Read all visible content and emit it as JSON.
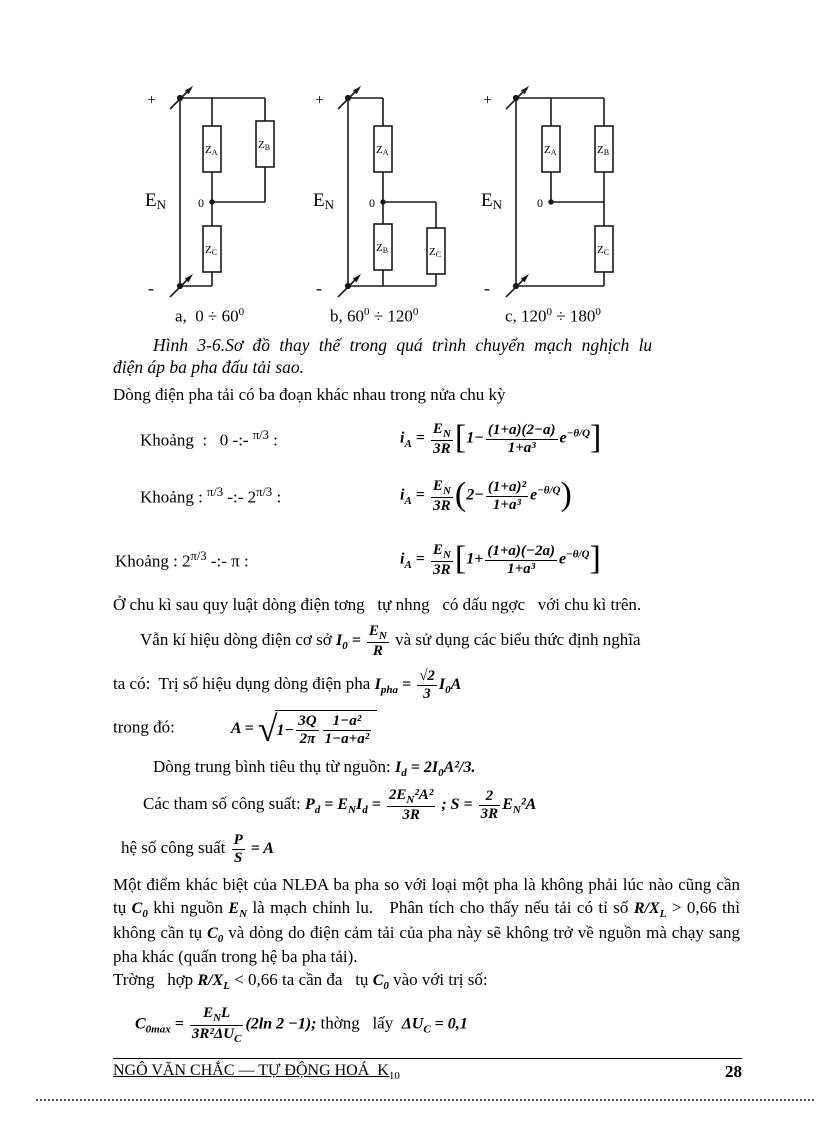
{
  "figure": {
    "labels": {
      "plus": "+",
      "minus": "-",
      "source": "E",
      "source_sub": "N",
      "node": "0",
      "z": "Z",
      "sub_a": "A",
      "sub_b": "B",
      "sub_c": "C"
    },
    "sub_captions": [
      {
        "p1": "a,  0 ÷ 60",
        "s1": "0",
        "p2": "",
        "s2": ""
      },
      {
        "p1": "b, 60",
        "s1": "0",
        "p2": " ÷ 120",
        "s2": "0"
      },
      {
        "p1": "c, 120",
        "s1": "0",
        "p2": " ÷ 180",
        "s2": "0"
      }
    ],
    "caption_line1": "Hình 3-6.Sơ đồ thay thế trong quá trình chuyển mạch nghịch lu",
    "caption_line2": "điện áp ba pha đấu tải sao."
  },
  "body": {
    "intro": "Dòng điện pha tải có ba đoạn khác nhau trong nửa chu kỳ",
    "intervals": [
      {
        "w": "Khoảng  :   ",
        "a_pre": "0",
        "a_sup": "",
        "sep": " -:- ",
        "b_pre": "",
        "b_sup": "π/3",
        "colon": " :",
        "lhs": "i",
        "lhs_sub": "A",
        "eq": " = ",
        "cnum": "E",
        "cnum_sub": "N",
        "cden": "3R",
        "open": "[",
        "lead": "1−",
        "fnum": "(1+a)(2−a)",
        "fden": "1+a³",
        "ebase": "e",
        "esup": "−θ/Q",
        "close": "]"
      },
      {
        "w": "Khoảng : ",
        "a_pre": "",
        "a_sup": "π/3",
        "sep": " -:- ",
        "b_pre": "2",
        "b_sup": "π/3",
        "colon": " :",
        "lhs": "i",
        "lhs_sub": "A",
        "eq": " = ",
        "cnum": "E",
        "cnum_sub": "N",
        "cden": "3R",
        "open": "(",
        "lead": "2−",
        "fnum": "(1+a)²",
        "fden": "1+a³",
        "ebase": "e",
        "esup": "−θ/Q",
        "close": ")"
      },
      {
        "w": "Khoảng : ",
        "a_pre": "2",
        "a_sup": "π/3",
        "sep": " -:- ",
        "b_pre": "π",
        "b_sup": "",
        "colon": " :",
        "lhs": "i",
        "lhs_sub": "A",
        "eq": " = ",
        "cnum": "E",
        "cnum_sub": "N",
        "cden": "3R",
        "open": "[",
        "lead": "1+",
        "fnum": "(1+a)(−2a)",
        "fden": "1+a³",
        "ebase": "e",
        "esup": "−θ/Q",
        "close": "]"
      }
    ],
    "chuki": "Ở chu kì sau quy luật dòng điện tơng   tự nhng   có dấu ngợc   với chu kì trên.",
    "kyhieu": {
      "t1": "Vẫn kí hiệu dòng điện cơ sở ",
      "i": "I",
      "i_sub": "0",
      "eq": " = ",
      "num": "E",
      "num_sub": "N",
      "den": "R",
      "t2": " và sử dụng các biểu thức định nghĩa"
    },
    "taco": {
      "t1": "ta có:  Trị số hiệu dụng dòng điện pha ",
      "i": "I",
      "i_sub": "pha",
      "eq": " = ",
      "num": "√2",
      "den": "3",
      "tail": "I",
      "tail_sub": "0",
      "tail2": "A"
    },
    "trongdo": {
      "t1": "trong đó:",
      "lhs": "A",
      "eq": " = ",
      "rad": "√",
      "lead": "1−",
      "f1num": "3Q",
      "f1den": "2π",
      "f2num": "1−a²",
      "f2den": "1−a+a²"
    },
    "dongtb": {
      "t1": "Dòng trung bình tiêu thụ từ nguồn: ",
      "p1": "I",
      "s1": "d",
      "p2": " = 2I",
      "s2": "0",
      "p3": "A²/3."
    },
    "thamso": {
      "t1": "Các tham số công suất: ",
      "p1": "P",
      "s1": "d",
      "p2": " = E",
      "s2": "N",
      "p3": "I",
      "s3": "d",
      "p4": " = ",
      "fnum_a": "2E",
      "fnum_a_sub": "N",
      "fnum_b": "²A²",
      "fden": "3R",
      "semi": " ;  ",
      "s_lhs": "S",
      "s_eq": " = ",
      "sfnum": "2",
      "sfden": "3R",
      "tail_a": "E",
      "tail_sub": "N",
      "tail_b": "²A"
    },
    "heso": {
      "t1": "hệ số công suất ",
      "num": "P",
      "den": "S",
      "eq": " = A"
    },
    "para": {
      "t1": "Một điểm khác biệt của NLĐA ba pha so với loại một pha là không phải lúc nào cũng cần tụ ",
      "m1": "C",
      "m1_sub": "0",
      "t2": " khi nguồn ",
      "m2": "E",
      "m2_sub": "N",
      "t3": " là mạch chỉnh lu.   Phân tích cho thấy nếu tải có tỉ số ",
      "m3": "R/X",
      "m3_sub": "L",
      "t4": " > 0,66 thì không cần tụ ",
      "m4": "C",
      "m4_sub": "0",
      "t5": " và dòng do điện cảm tải của pha này sẽ không trở về nguồn mà chạy sang pha khác (quấn trong hệ ba pha tải)."
    },
    "truong": {
      "t1": "Trờng   hợp ",
      "m1": "R/X",
      "m1_sub": "L",
      "t2": " < 0,66 ta cần đa   tụ ",
      "m2": "C",
      "m2_sub": "0",
      "t3": " vào với trị số:"
    },
    "c0": {
      "lhs": "C",
      "lhs_sub": "0max",
      "eq": " = ",
      "num_a": "E",
      "num_a_sub": "N",
      "num_b": "L",
      "den_a": "3R²ΔU",
      "den_a_sub": "C",
      "paren": "(2ln 2 −1)",
      "semi": "; ",
      "t1": "thờng   lấy  ",
      "m1": "ΔU",
      "m1_sub": "C",
      "t2": " = 0,1"
    }
  },
  "footer": {
    "name": "NGÔ VĂN CHẮC",
    "dash": " — ",
    "dept": "TỰ ĐỘNG HOÁ",
    "k": "  K",
    "k_sub": "10",
    "page": "28"
  }
}
